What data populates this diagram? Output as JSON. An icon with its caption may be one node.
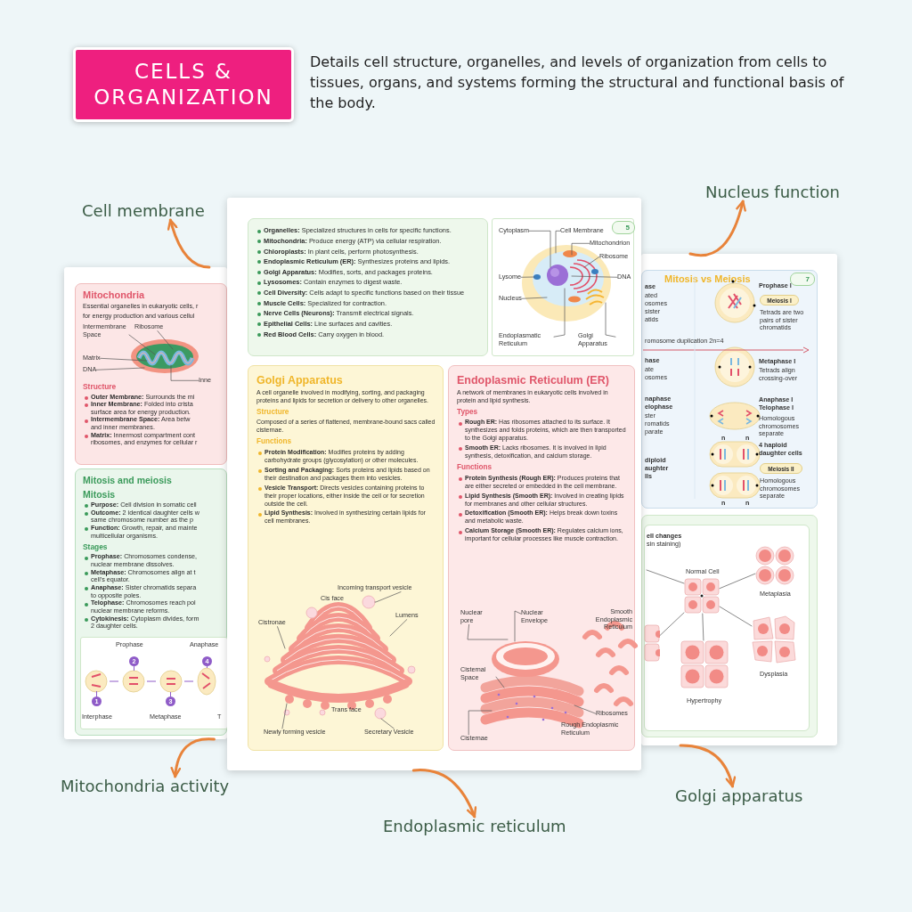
{
  "diagram": {
    "nodes": [
      {
        "text": [
          "CELLS & ORGANIZATION"
        ]
      },
      {
        "text": [
          "Cell membrane"
        ]
      },
      {
        "text": [
          "Nucleus function"
        ]
      },
      {
        "text": [],
        "shape": "box"
      },
      {
        "text": [
          "Mitochondria",
          "Essential organelles in eukaryotic cells, r",
          "for energy production and various cellul",
          "Structure",
          "**Outer Membrane:** Surrounds the mi",
          "**Inner Membrane:** Folded into crista",
          "surface area for energy production.",
          "**Intermembrane Space:** Area betw",
          "and inner membranes.",
          "**Matrix:** Innermost compartment cont",
          "ribosomes, and enzymes for cellular r"
        ],
        "in": 3
      },
      {
        "text": [
          "Intermembrane Space"
        ],
        "in": 4
      },
      {
        "text": [
          "Ribosome"
        ],
        "in": 4
      },
      {
        "text": [
          "Matrix"
        ],
        "in": 4
      },
      {
        "text": [
          "DNA"
        ],
        "in": 4
      },
      {
        "text": [
          "Inne"
        ],
        "in": 4
      },
      {
        "text": [
          "Mitosis and meiosis",
          "Mitosis",
          "**Purpose:** Cell division in somatic cell",
          "**Outcome:** 2 identical daughter cells w",
          "same chromosome number as the p",
          "**Function:** Growth, repair, and mainte",
          "multicellular organisms.",
          "Stages",
          "**Prophase:** Chromosomes condense,",
          "nuclear membrane dissolves.",
          "**Metaphase:** Chromosomes align at t",
          "cell's equator.",
          "**Anaphase:** Sister chromatids separa",
          "to opposite poles.",
          "**Telophase:** Chromosomes reach pol",
          "nuclear membrane reforms.",
          "**Cytokinesis:** Cytoplasm divides, form",
          "2 daughter cells."
        ],
        "in": 3
      },
      {
        "text": [],
        "shape": "box",
        "in": 10
      },
      {
        "text": [],
        "shape": "box"
      },
      {
        "text": [
          "**Organelles:** Specialized structures in cells for specific functions.",
          "**Mitochondria:** Produce energy (ATP) via cellular respiration.",
          "**Chloroplasts:** In plant cells, perform photosynthesis.",
          "**Endoplasmic Reticulum (ER):** Synthesizes proteins and lipids.",
          "**Golgi Apparatus:** Modifies, sorts, and packages proteins.",
          "**Lysosomes:** Contain enzymes to digest waste.",
          "**Cell Diversity:** Cells adapt to specific functions based on their tissue",
          "**Muscle Cells:** Specialized for contraction.",
          "**Nerve Cells (Neurons):** Transmit electrical signals.",
          "**Epithelial Cells:** Line surfaces and cavities.",
          "**Red Blood Cells:** Carry oxygen in blood."
        ],
        "in": 12
      },
      {
        "text": [],
        "shape": "box",
        "in": 12
      },
      {
        "text": [
          "5"
        ],
        "in": 14
      },
      {
        "text": [
          "Cytoplasm"
        ],
        "in": 14
      },
      {
        "text": [
          "Cell Membrane"
        ],
        "in": 14
      },
      {
        "text": [
          "Mitochondrion"
        ],
        "in": 14
      },
      {
        "text": [
          "Ribosome"
        ],
        "in": 14
      },
      {
        "text": [
          "DNA"
        ],
        "in": 14
      },
      {
        "text": [
          "Lysome"
        ],
        "in": 14
      },
      {
        "text": [
          "Nucleus"
        ],
        "in": 14
      },
      {
        "text": [
          "Endoplasmatic Reticulum"
        ],
        "in": 14
      },
      {
        "text": [
          "Golgi Apparatus"
        ],
        "in": 14
      },
      {
        "text": [
          "Golgi Apparatus",
          "A cell organelle involved in modifying, sorting, and packaging proteins and lipids for secretion or delivery to other organelles.",
          "Structure",
          "Composed of a series of flattened, membrane-bound sacs called cisternae.",
          "Functions",
          "**Protein Modification:** Modifies proteins by adding carbohydrate groups (glycosylation) or other molecules.",
          "**Sorting and Packaging:** Sorts proteins and lipids based on their destination and packages them into vesicles.",
          "**Vesicle Transport:** Directs vesicles containing proteins to their proper locations, either inside the cell or for secretion outside the cell.",
          "**Lipid Synthesis:** Involved in synthesizing certain lipids for cell membranes."
        ],
        "in": 12
      },
      {
        "text": [
          "Incoming transport vesicle"
        ],
        "in": 25
      },
      {
        "text": [
          "Lumens"
        ],
        "in": 25
      },
      {
        "text": [
          "Cistronae"
        ],
        "in": 25
      },
      {
        "text": [
          "Newly forming vesicle"
        ],
        "in": 25
      },
      {
        "text": [
          "Secretary Vesicle"
        ],
        "in": 25
      },
      {
        "text": [
          "Endoplasmic Reticulum (ER)",
          "A network of membranes in eukaryotic cells involved in protein and lipid synthesis.",
          "Types",
          "**Rough ER:** Has ribosomes attached to its surface. It synthesizes and folds proteins, which are then transported to the Golgi apparatus.",
          "**Smooth ER:** Lacks ribosomes. It is involved in lipid synthesis, detoxification, and calcium storage.",
          "Functions",
          "**Protein Synthesis (Rough ER):** Produces proteins that are either secreted or embedded in the cell membrane.",
          "**Lipid Synthesis (Smooth ER):** Involved in creating lipids for membranes and other cellular structures.",
          "**Detoxification (Smooth ER):** Helps break down toxins and metabolic waste.",
          "**Calcium Storage (Smooth ER):** Regulates calcium ions, important for cellular processes like muscle contraction."
        ],
        "in": 12
      },
      {
        "text": [
          "Nuclear pore"
        ],
        "in": 31
      },
      {
        "text": [
          "Nuclear Envelope"
        ],
        "in": 31
      },
      {
        "text": [
          "Cisternal Space"
        ],
        "in": 31
      },
      {
        "text": [
          "Ribosomes"
        ],
        "in": 31
      },
      {
        "text": [
          "Cisternae"
        ],
        "in": 31
      },
      {
        "text": [],
        "shape": "box"
      },
      {
        "text": [
          "Mitosis vs Meiosis"
        ],
        "in": 37
      },
      {
        "text": [
          "7"
        ],
        "in": 38
      },
      {
        "text": [
          "Meiosis I"
        ],
        "in": 38,
        "beside": [
          "Tetrads are two pairs of sister chromatids"
        ]
      },
      {
        "text": [
          "Meiosis II"
        ],
        "in": 38,
        "beside": [
          "Homologous chromosomes separate"
        ]
      },
      {
        "text": [
          "ell changes",
          "sin staining)"
        ],
        "in": 37
      },
      {
        "text": [],
        "shape": "picture",
        "in": 42,
        "beside": [
          "Normal Cell"
        ]
      },
      {
        "text": [],
        "shape": "picture",
        "in": 42,
        "beside": [
          "Metaplasia"
        ]
      },
      {
        "text": [],
        "shape": "picture",
        "in": 42
      },
      {
        "text": [],
        "shape": "picture",
        "in": 42,
        "beside": [
          "Hypertrophy"
        ]
      },
      {
        "text": [],
        "shape": "picture",
        "in": 42,
        "beside": [
          "Dysplasia"
        ]
      },
      {
        "text": [
          "Mitochondria activity"
        ]
      },
      {
        "text": [
          "Endoplasmic reticulum"
        ]
      },
      {
        "text": [
          "Golgi apparatus"
        ]
      }
    ],
    "edges": [
      {
        "from": 3,
        "to": 1,
        "arrow": "to",
        "style": "thick",
        "color": "#e8833a"
      },
      {
        "from": 37,
        "to": 2,
        "arrow": "to",
        "style": "thick",
        "color": "#e8833a"
      },
      {
        "from": 3,
        "to": 48,
        "arrow": "to",
        "style": "thick",
        "color": "#e8833a"
      },
      {
        "from": 12,
        "to": 49,
        "arrow": "to",
        "style": "thick",
        "color": "#e8833a"
      },
      {
        "from": 37,
        "to": 50,
        "arrow": "to",
        "style": "thick",
        "color": "#e8833a"
      },
      {
        "from": 5,
        "to": null,
        "arrow": "none"
      },
      {
        "from": 6,
        "to": null,
        "arrow": "none"
      },
      {
        "from": 7,
        "to": null,
        "arrow": "none"
      },
      {
        "from": 8,
        "to": null,
        "arrow": "none"
      },
      {
        "from": 9,
        "to": null,
        "arrow": "none"
      },
      {
        "from": 16,
        "to": null,
        "arrow": "none"
      },
      {
        "from": 17,
        "to": null,
        "arrow": "none"
      },
      {
        "from": 18,
        "to": null,
        "arrow": "none"
      },
      {
        "from": 19,
        "to": null,
        "arrow": "none"
      },
      {
        "from": 20,
        "to": null,
        "arrow": "none"
      },
      {
        "from": 21,
        "to": null,
        "arrow": "none"
      },
      {
        "from": 22,
        "to": null,
        "arrow": "none"
      },
      {
        "from": 23,
        "to": null,
        "arrow": "none"
      },
      {
        "from": 24,
        "to": null,
        "arrow": "none"
      },
      {
        "from": 26,
        "to": null,
        "arrow": "none"
      },
      {
        "from": 27,
        "to": null,
        "arrow": "none"
      },
      {
        "from": 28,
        "to": null,
        "arrow": "none"
      },
      {
        "from": 29,
        "to": null,
        "arrow": "none"
      },
      {
        "from": 30,
        "to": null,
        "arrow": "none"
      },
      {
        "from": 32,
        "to": null,
        "arrow": "none"
      },
      {
        "from": 33,
        "to": null,
        "arrow": "none"
      },
      {
        "from": 34,
        "to": null,
        "arrow": "none"
      },
      {
        "from": 35,
        "to": null,
        "arrow": "none"
      },
      {
        "from": 36,
        "to": null,
        "arrow": "none"
      },
      {
        "from": 43,
        "to": 44,
        "arrow": "none"
      },
      {
        "from": 43,
        "to": 45,
        "arrow": "none"
      },
      {
        "from": 43,
        "to": 46,
        "arrow": "none"
      },
      {
        "from": 43,
        "to": 47,
        "arrow": "none"
      },
      {
        "from": 43,
        "to": null,
        "arrow": "none"
      }
    ],
    "labels": [
      "Details cell structure, organelles, and levels of organization from cells to tissues, organs, and systems forming the structural and functional basis of the body.",
      "Prophase",
      "Anaphase",
      "2",
      "4",
      "1",
      "3",
      "Interphase",
      "Metaphase",
      "T",
      "Cis face",
      "Trans face",
      "Smooth Endoplasmic Reticulum",
      "Rough Endoplasmic Reticulum",
      "ase",
      "ated",
      "osomes",
      "sister",
      "atids",
      "Prophase I",
      "romosome duplication 2n=4",
      "hase",
      "ate",
      "osomes",
      "Metaphase I",
      "Tetrads align crossing-over",
      "naphase",
      "elophase",
      "ster",
      "romatids",
      "parate",
      "Anaphase I Telophase I",
      "Homologous chromosomes separate",
      "n",
      "n",
      "diploid",
      "aughter",
      "lls",
      "4 haploid daughter cells",
      "n",
      "n"
    ]
  }
}
